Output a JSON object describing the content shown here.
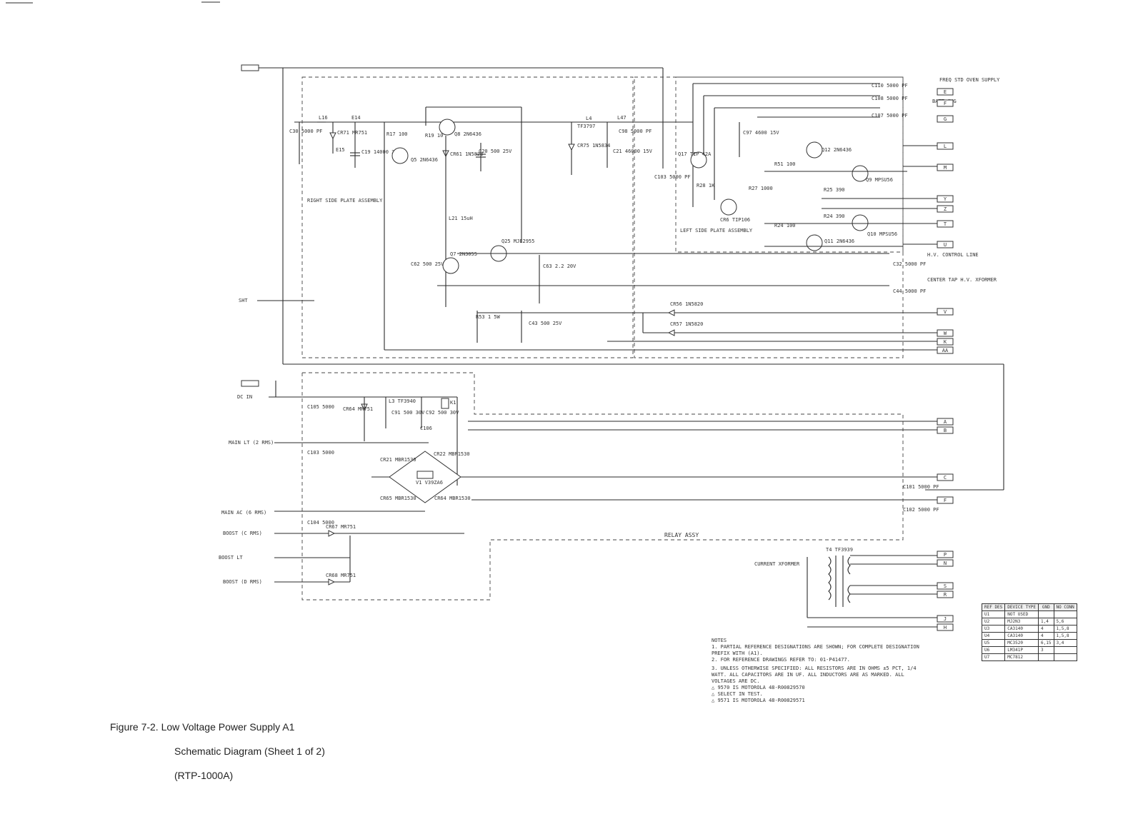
{
  "figure": {
    "caption_line1": "Figure 7-2.   Low Voltage Power Supply A1",
    "caption_line2": "Schematic Diagram (Sheet 1 of 2)",
    "caption_line3": "(RTP-1000A)"
  },
  "assemblies": {
    "right": "RIGHT SIDE PLATE ASSEMBLY",
    "left": "LEFT SIDE PLATE ASSEMBLY",
    "relay": "RELAY ASSY"
  },
  "connectors": [
    "G",
    "E",
    "F",
    "G",
    "L",
    "M",
    "Y",
    "Z",
    "T",
    "U",
    "V",
    "W",
    "K",
    "AA",
    "E",
    "A",
    "B",
    "C",
    "F",
    "P",
    "N",
    "S",
    "R",
    "J",
    "H"
  ],
  "outputs": {
    "freq_std": "FREQ STD OVEN SUPPLY",
    "batt_chg": "BATT CHG",
    "hv_control": "H.V. CONTROL LINE",
    "center_tap": "CENTER TAP H.V. XFORMER",
    "current_xformer": "CURRENT XFORMER"
  },
  "inputs": {
    "sht": "SHT",
    "dc_in": "DC IN",
    "main_lt": "MAIN LT (2 RMS)",
    "main_ac": "MAIN AC (6 RMS)",
    "boost_c": "BOOST (C RMS)",
    "boost_lt": "BOOST LT",
    "boost_d": "BOOST (D RMS)"
  },
  "parts": {
    "l16": "L16",
    "e14": "E14",
    "c30": "C30 5000 PF",
    "cr71": "CR71 MR751",
    "e15": "E15",
    "c19": "C19 14000 30V",
    "r17": "R17 100",
    "q8": "Q8 2N6436",
    "r19": "R19 10",
    "q5": "Q5 2N6436",
    "cr61": "CR61 1N5823",
    "c20": "C20 500 25V",
    "l4": "L4",
    "tf": "TF3797",
    "cr75": "CR75 1N5834",
    "c21": "C21 46000 15V",
    "l47": "L47",
    "c98": "C98 5000 PF",
    "l21": "L21 15uH",
    "q7": "Q7 2N3055",
    "q25": "Q25 MJE2955",
    "c62": "C62 500 25V",
    "c63": "C63 2.2 20V",
    "r53": "R53 1 5W",
    "c43": "C43 500 25V",
    "cr56": "CR56 1N5820",
    "cr57": "CR57 1N5820",
    "q17": "Q17 TIP 42A",
    "r28": "R28 1K",
    "c103": "C103 5000 PF",
    "cr6": "CR6 TIP106",
    "r27": "R27 1000",
    "c97": "C97 4600 15V",
    "r51": "R51 100",
    "q12": "Q12 2N6436",
    "q9": "Q9 MPSU56",
    "r25": "R25 390",
    "r24": "R24 390",
    "r24b": "R24 100",
    "q11": "Q11 2N6436",
    "q10": "Q10 MPSU56",
    "c105": "C105 5000",
    "cr64": "CR64 MR751",
    "l3": "L3 TF3940",
    "c91": "C91 500 30V",
    "c92": "C92 500 30V",
    "k1": "K1",
    "c103b": "C103 5000",
    "c106": "C106",
    "cr21": "CR21 MBR1530",
    "cr22": "CR22 MBR1530",
    "v1": "V1 V39ZA6",
    "cr65": "CR65 MBR1530",
    "cr64b": "CR64 MBR1530",
    "c104": "C104 5000",
    "cr67": "CR67 MR751",
    "cr68": "CR68 MR751",
    "t4": "T4 TF3939",
    "c101": "C101 5000 PF",
    "c102": "C102 5000 PF",
    "c110": "C110 5000 PF",
    "c108": "C108 5000 PF",
    "c107": "C107 5000 PF",
    "c32": "C32 5000 PF",
    "c44": "C44 5000 PF"
  },
  "notes": {
    "title": "NOTES",
    "n1": "1. PARTIAL REFERENCE DESIGNATIONS ARE SHOWN; FOR COMPLETE DESIGNATION PREFIX WITH (A1).",
    "n2": "2. FOR REFERENCE DRAWINGS REFER TO: 01-P41477.",
    "n3": "3. UNLESS OTHERWISE SPECIFIED: ALL RESISTORS ARE IN OHMS ±5 PCT, 1/4 WATT. ALL CAPACITORS ARE IN UF. ALL INDUCTORS ARE AS MARKED. ALL VOLTAGES ARE DC.",
    "n4": "9570 IS MOTOROLA 48-R00829570",
    "n5": "SELECT IN TEST.",
    "n6": "9571 IS MOTOROLA 48-R00829571"
  },
  "ref_table": {
    "headers": [
      "REF DES",
      "DEVICE TYPE",
      "GND",
      "NO CONN"
    ],
    "rows": [
      [
        "U1",
        "NOT USED",
        "",
        ""
      ],
      [
        "U2",
        "MJ2N3",
        "1,4",
        "5,6"
      ],
      [
        "U3",
        "CA3140",
        "4",
        "1,5,8"
      ],
      [
        "U4",
        "CA3140",
        "4",
        "1,5,8"
      ],
      [
        "U5",
        "MC3520",
        "6,15",
        "3,4"
      ],
      [
        "U6",
        "LM341P",
        "3",
        ""
      ],
      [
        "U7",
        "MC7812",
        "",
        ""
      ]
    ]
  }
}
